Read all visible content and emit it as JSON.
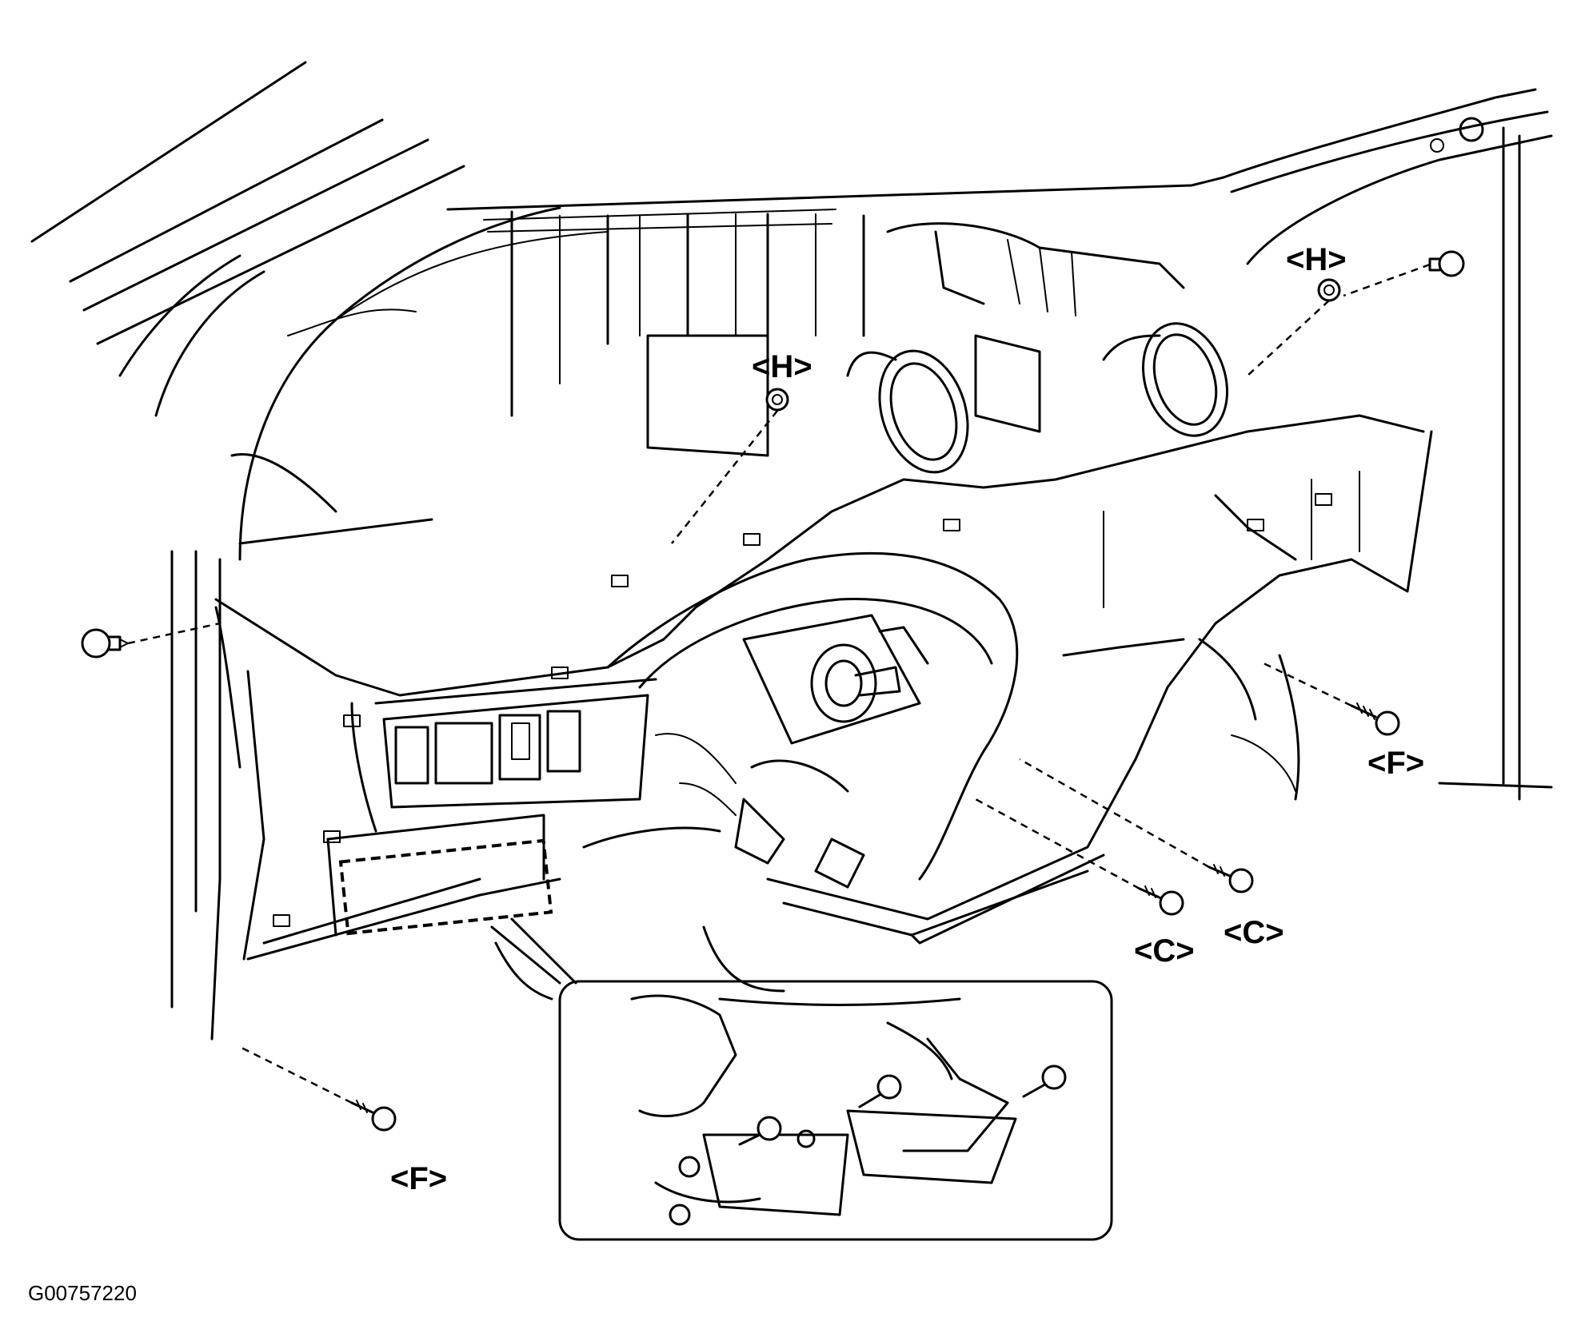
{
  "figure": {
    "id_code": "G00757220",
    "callouts": [
      {
        "key": "h_center",
        "label": "<H>"
      },
      {
        "key": "h_right",
        "label": "<H>"
      },
      {
        "key": "f_right",
        "label": "<F>"
      },
      {
        "key": "c_left",
        "label": "<C>"
      },
      {
        "key": "c_right",
        "label": "<C>"
      },
      {
        "key": "f_lower",
        "label": "<F>"
      }
    ]
  }
}
